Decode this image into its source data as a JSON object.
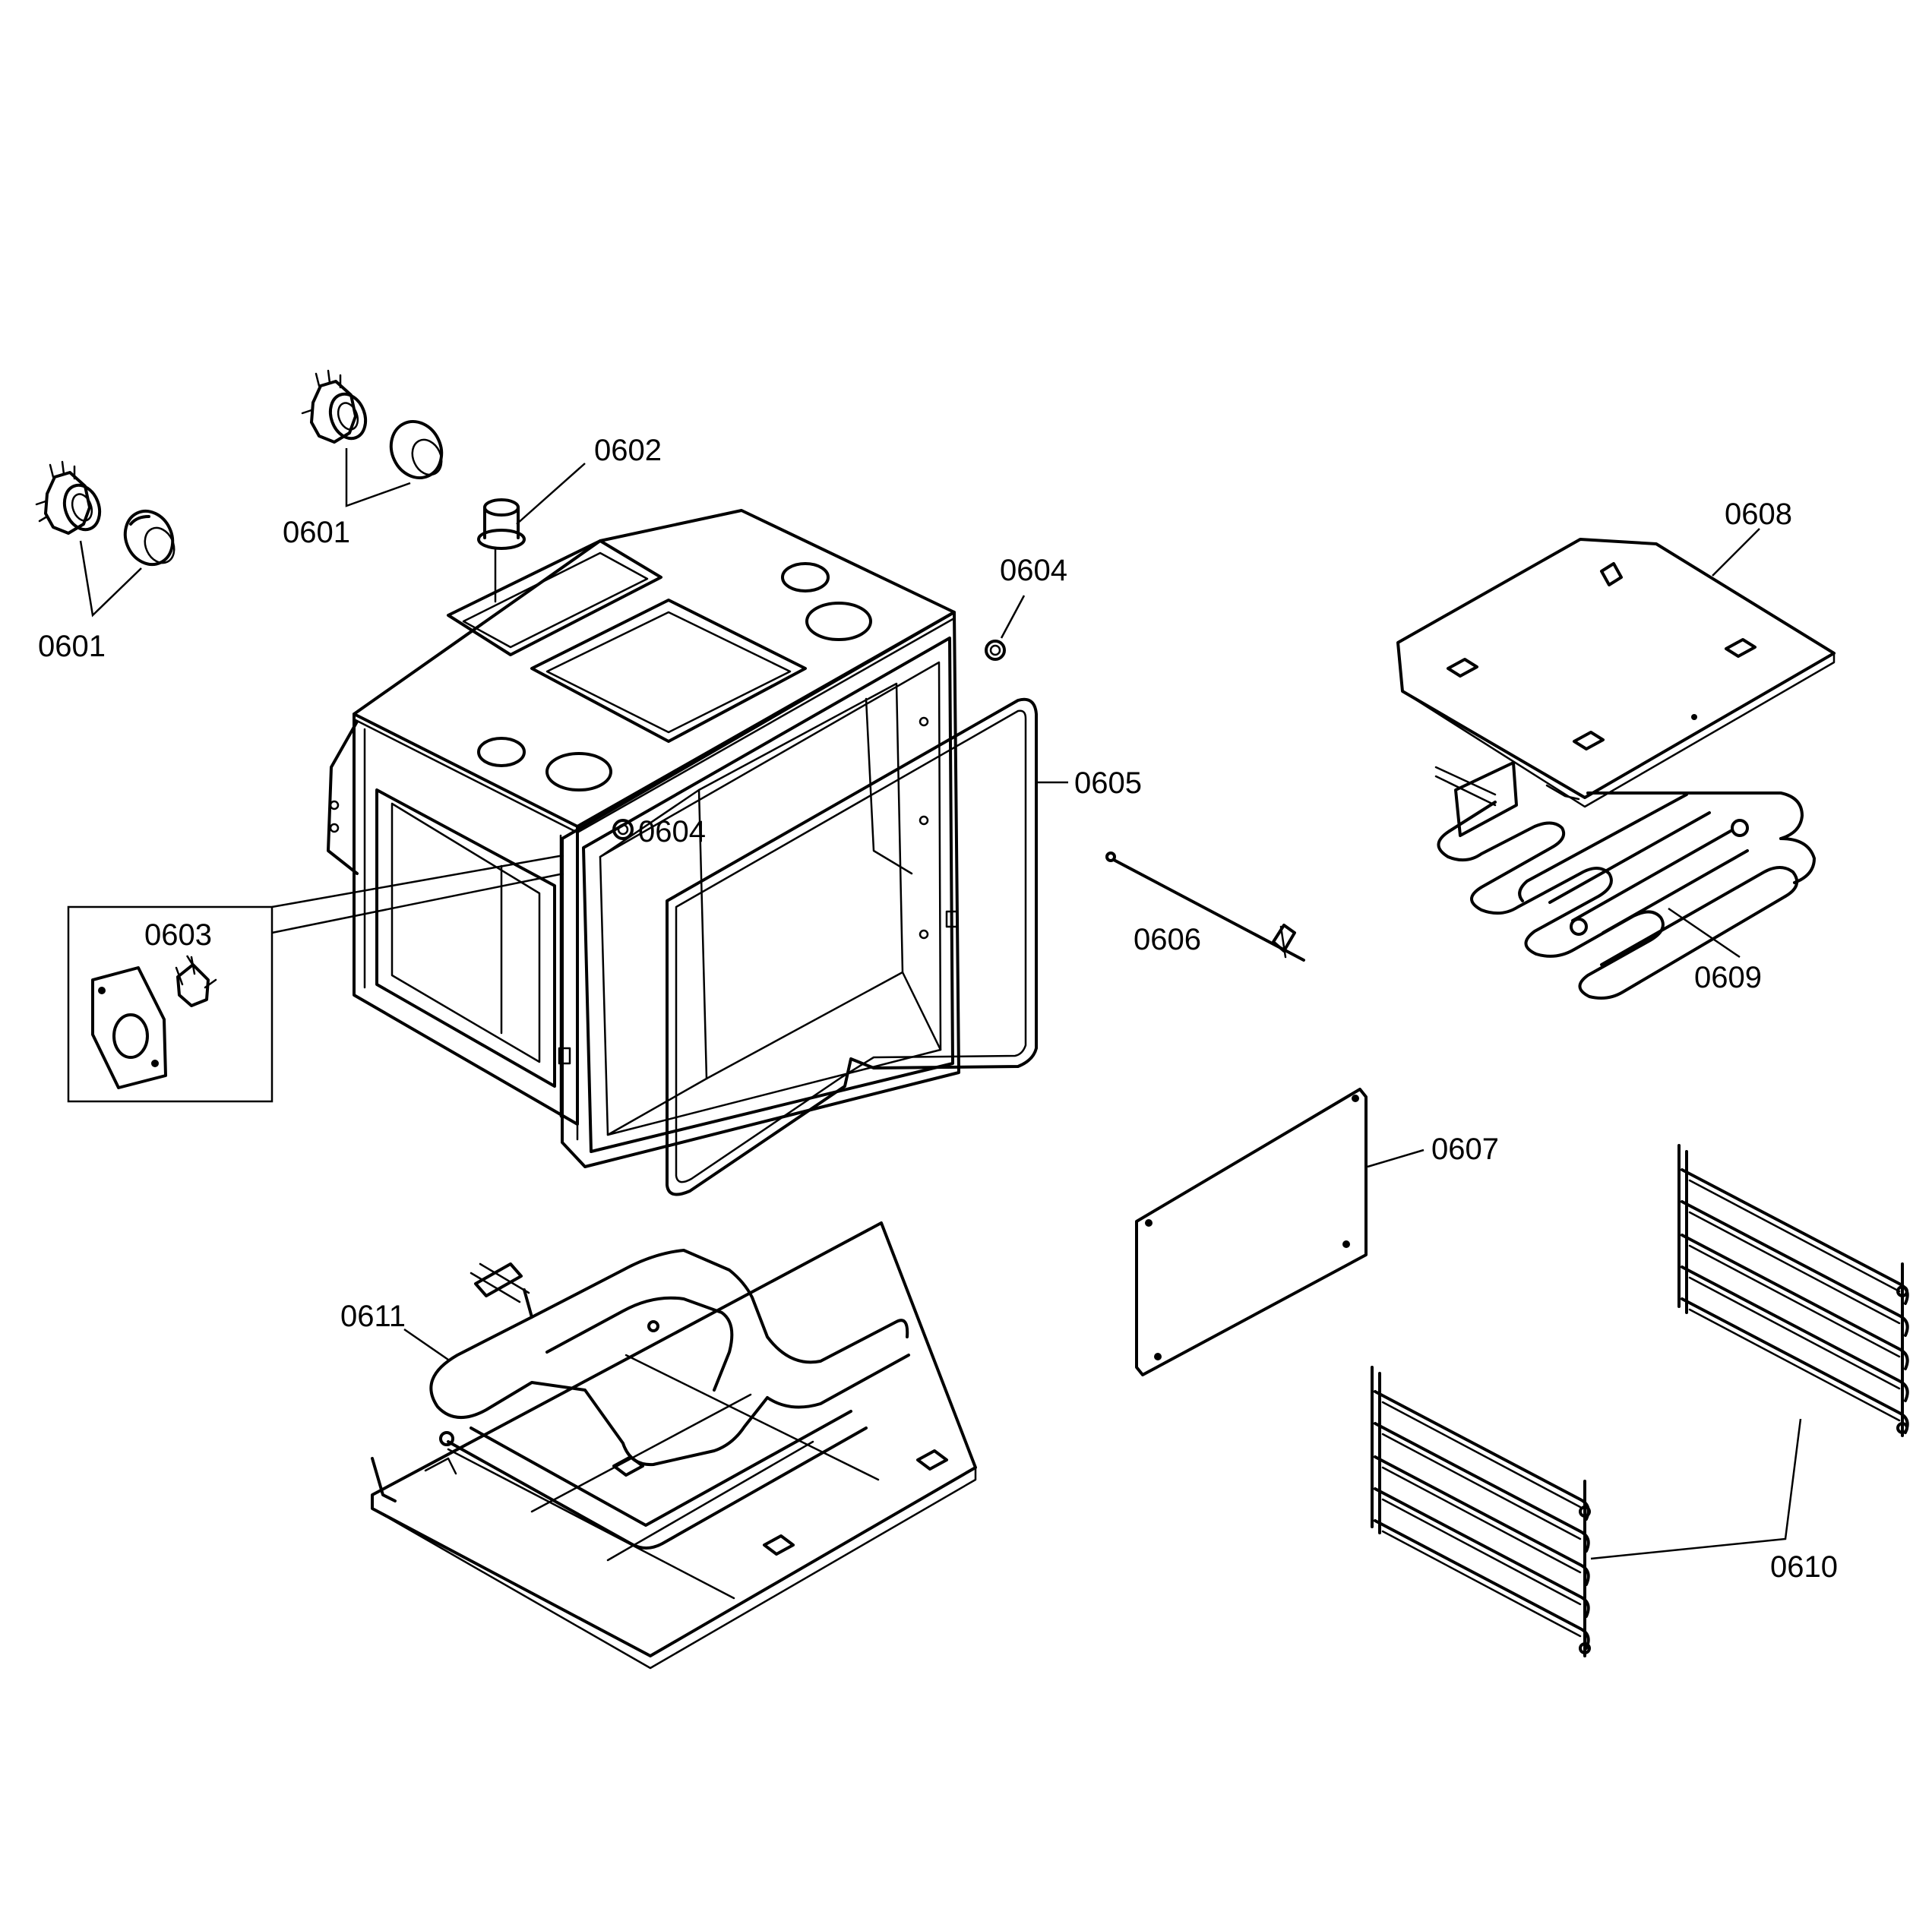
{
  "callouts": {
    "c0601a": "0601",
    "c0601b": "0601",
    "c0602": "0602",
    "c0603": "0603",
    "c0604a": "0604",
    "c0604b": "0604",
    "c0605": "0605",
    "c0606": "0606",
    "c0607": "0607",
    "c0608": "0608",
    "c0609": "0609",
    "c0610": "0610",
    "c0611": "0611"
  }
}
